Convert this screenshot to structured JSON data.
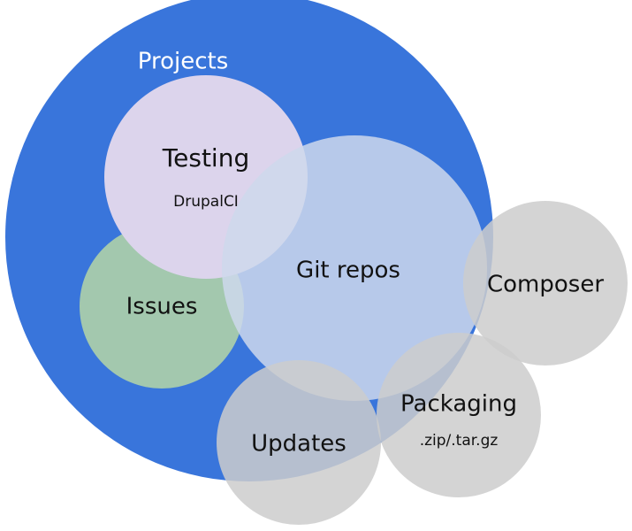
{
  "diagram": {
    "colors": {
      "projects": "#3975DB",
      "testing": "#DCD4EC",
      "issues": "#A3C8AE",
      "git": "#CED8EC",
      "external": "#CCCCCC",
      "label_on_blue": "#FFFFFF",
      "label_dark": "#111111"
    },
    "projects": {
      "label": "Projects"
    },
    "testing": {
      "label": "Testing",
      "sublabel": "DrupalCI"
    },
    "issues": {
      "label": "Issues"
    },
    "git": {
      "label": "Git repos"
    },
    "composer": {
      "label": "Composer"
    },
    "packaging": {
      "label": "Packaging",
      "sublabel": ".zip/.tar.gz"
    },
    "updates": {
      "label": "Updates"
    }
  }
}
